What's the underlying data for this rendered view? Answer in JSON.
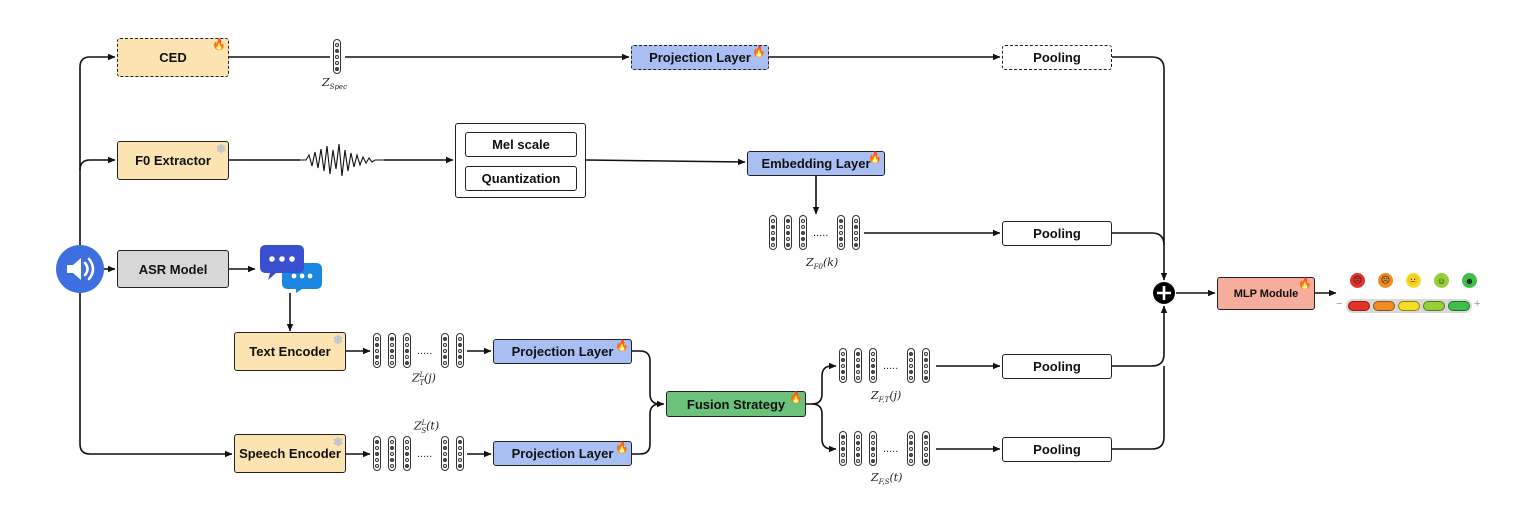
{
  "nodes": {
    "ced": "CED",
    "f0_extractor": "F0 Extractor",
    "asr_model": "ASR Model",
    "text_encoder": "Text Encoder",
    "speech_encoder": "Speech Encoder",
    "projection_top": "Projection Layer",
    "projection_text": "Projection Layer",
    "projection_speech": "Projection Layer",
    "mel_scale": "Mel scale",
    "quantization": "Quantization",
    "embedding_layer": "Embedding Layer",
    "fusion_strategy": "Fusion Strategy",
    "pooling_1": "Pooling",
    "pooling_2": "Pooling",
    "pooling_3": "Pooling",
    "pooling_4": "Pooling",
    "mlp_module": "MLP Module"
  },
  "captions": {
    "z_spec": {
      "base": "Z",
      "sub": "Spec",
      "arg": ""
    },
    "z_f0": {
      "base": "Z",
      "sub": "F0",
      "arg": "(k)"
    },
    "z_t": {
      "base": "Z",
      "sub": "T",
      "sup": "L",
      "arg": "(j)"
    },
    "z_s": {
      "base": "Z",
      "sub": "S",
      "sup": "L",
      "arg": "(t)"
    },
    "z_ft": {
      "base": "Z",
      "sub": "F,T",
      "arg": "(j)"
    },
    "z_fs": {
      "base": "Z",
      "sub": "F,S",
      "arg": "(t)"
    }
  },
  "ellipsis": ".....",
  "scale": {
    "minus": "−",
    "plus": "+"
  },
  "icons": {
    "trainable": "fire-icon",
    "frozen": "snowflake-icon",
    "input": "speaker-icon",
    "asr_output": "chat-bubbles-icon",
    "merge": "plus-circle-icon",
    "emotions": [
      "angry-face-icon",
      "sad-face-icon",
      "neutral-face-icon",
      "slight-smile-icon",
      "happy-face-icon"
    ]
  },
  "colors": {
    "frozen_module": "#fbe3b2",
    "projection": "#a9bff4",
    "asr": "#d7d7d7",
    "fusion": "#6cc17b",
    "mlp": "#f6ad9e",
    "speaker": "#3d6fe0",
    "emotion_scale": [
      "#e2332b",
      "#f08c25",
      "#f5de24",
      "#96cf38",
      "#3fbf4a"
    ]
  }
}
